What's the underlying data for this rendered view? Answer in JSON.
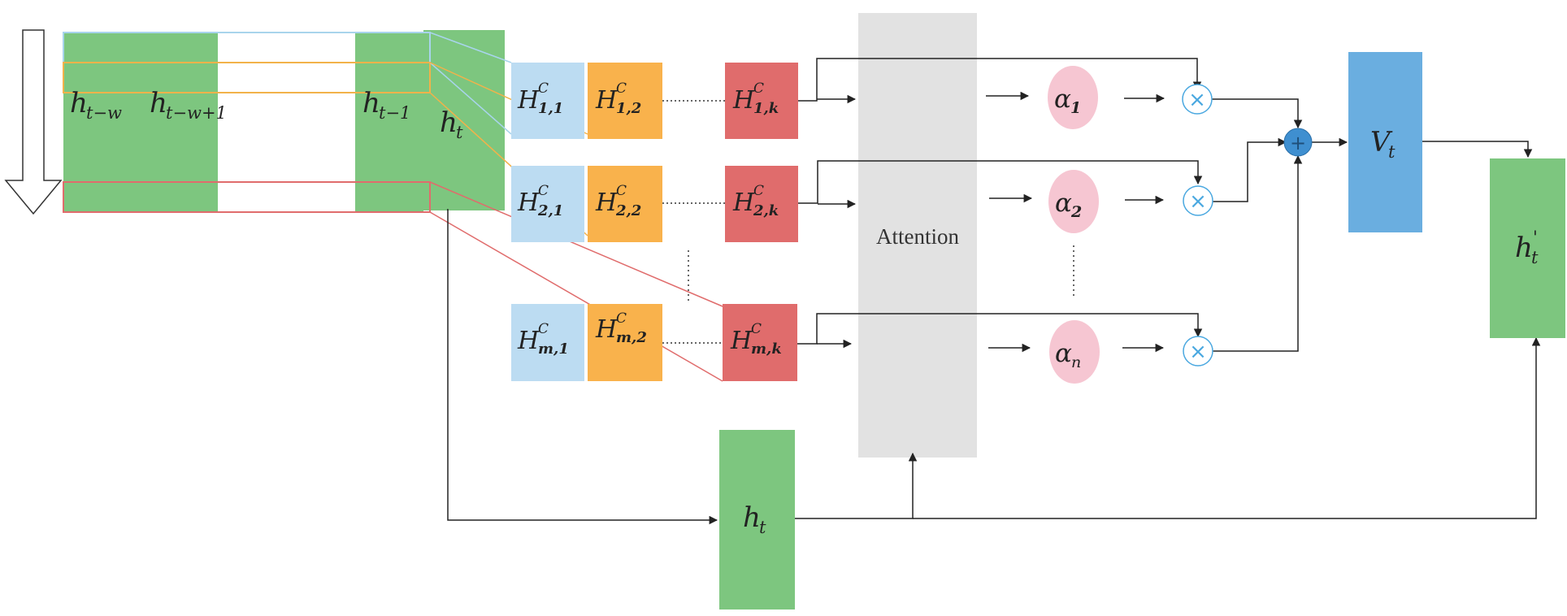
{
  "colors": {
    "green": "#7dc67f",
    "light_blue": "#bcdcf2",
    "orange": "#f9b24c",
    "red": "#e06c6c",
    "pink": "#f6c6d2",
    "gray": "#e2e2e2",
    "blue": "#6aaee0",
    "line": "#222222",
    "circle_outline": "#4aa8e0",
    "plus_fill": "#3f8fd0"
  },
  "input_matrix": {
    "labels": {
      "t_w": {
        "base": "h",
        "sub": "t−w"
      },
      "t_w1": {
        "base": "h",
        "sub": "t−w+1"
      },
      "t_1": {
        "base": "h",
        "sub": "t−1"
      },
      "t": {
        "base": "h",
        "sub": "t"
      }
    }
  },
  "conv_features": {
    "row1": [
      {
        "base": "H",
        "sup": "C",
        "sub": "1,1"
      },
      {
        "base": "H",
        "sup": "C",
        "sub": "1,2"
      },
      {
        "base": "H",
        "sup": "C",
        "sub": "1,k"
      }
    ],
    "row2": [
      {
        "base": "H",
        "sup": "C",
        "sub": "2,1"
      },
      {
        "base": "H",
        "sup": "C",
        "sub": "2,2"
      },
      {
        "base": "H",
        "sup": "C",
        "sub": "2,k"
      }
    ],
    "rowm": [
      {
        "base": "H",
        "sup": "C",
        "sub": "m,1"
      },
      {
        "base": "H",
        "sup": "C",
        "sub": "m,2"
      },
      {
        "base": "H",
        "sup": "C",
        "sub": "m,k"
      }
    ]
  },
  "attention": {
    "label": "Attention"
  },
  "weights": [
    {
      "base": "α",
      "sub": "1"
    },
    {
      "base": "α",
      "sub": "2"
    },
    {
      "base": "α",
      "sub": "n"
    }
  ],
  "multiply_symbol": "×",
  "plus_symbol": "+",
  "context_vector": {
    "base": "V",
    "sub": "t"
  },
  "output": {
    "base": "h",
    "sub": "t",
    "prime": "'"
  },
  "hidden_state": {
    "base": "h",
    "sub": "t"
  }
}
